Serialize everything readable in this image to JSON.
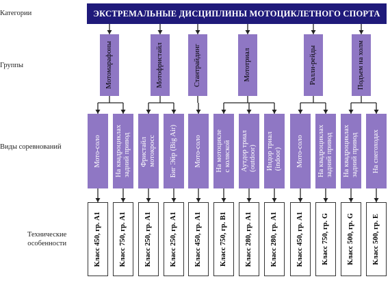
{
  "row_labels": {
    "categories": "Категории",
    "groups": "Группы",
    "competition_types": "Виды соревнований",
    "technical_features": "Технические\nособенности"
  },
  "category": "ЭКСТРЕМАЛЬНЫЕ ДИСЦИПЛИНЫ МОТОЦИКЛЕТНОГО СПОРТА",
  "groups": [
    {
      "label": "Мотомарафоны",
      "subs": [
        {
          "label": "Мото-соло",
          "tech": "Класс 450, гр. А1"
        },
        {
          "label": "На квадроциклах\nзадний привод",
          "tech": "Класс 750, гр. А1"
        }
      ]
    },
    {
      "label": "Мотофристайл",
      "subs": [
        {
          "label": "Фристайл\nмотокросс",
          "tech": "Класс 250, гр. А1"
        },
        {
          "label": "Биг Эйр (Big Air)",
          "tech": "Класс 250, гр. А1"
        }
      ]
    },
    {
      "label": "Стантрайдинг",
      "subs": [
        {
          "label": "Мото-соло",
          "tech": "Класс 450, гр. А1"
        }
      ]
    },
    {
      "label": "Мототриал",
      "subs": [
        {
          "label": "На мотоцикле\nс коляской",
          "tech": "Класс 750, гр. В1"
        },
        {
          "label": "Аутдор триал\n(outdoor)",
          "tech": "Класс 280, гр. А1"
        },
        {
          "label": "Индор триал\n(indoor)",
          "tech": "Класс 280, гр. А1"
        }
      ]
    },
    {
      "label": "Ралли-рейды",
      "subs": [
        {
          "label": "Мото-соло",
          "tech": "Класс 450, гр. А1"
        },
        {
          "label": "На квадроциклах\nзадний привод",
          "tech": "Класс 750, гр. G"
        }
      ]
    },
    {
      "label": "Подъем на холм",
      "subs": [
        {
          "label": "На квадроциклах\nзадний привод",
          "tech": "Класс 500, гр. G"
        },
        {
          "label": "На снегоходах",
          "tech": "Класс 500, гр. Е"
        }
      ]
    }
  ],
  "colors": {
    "category_fill": "#1f1a7a",
    "box_fill": "#8f77c4",
    "line": "#222222"
  }
}
